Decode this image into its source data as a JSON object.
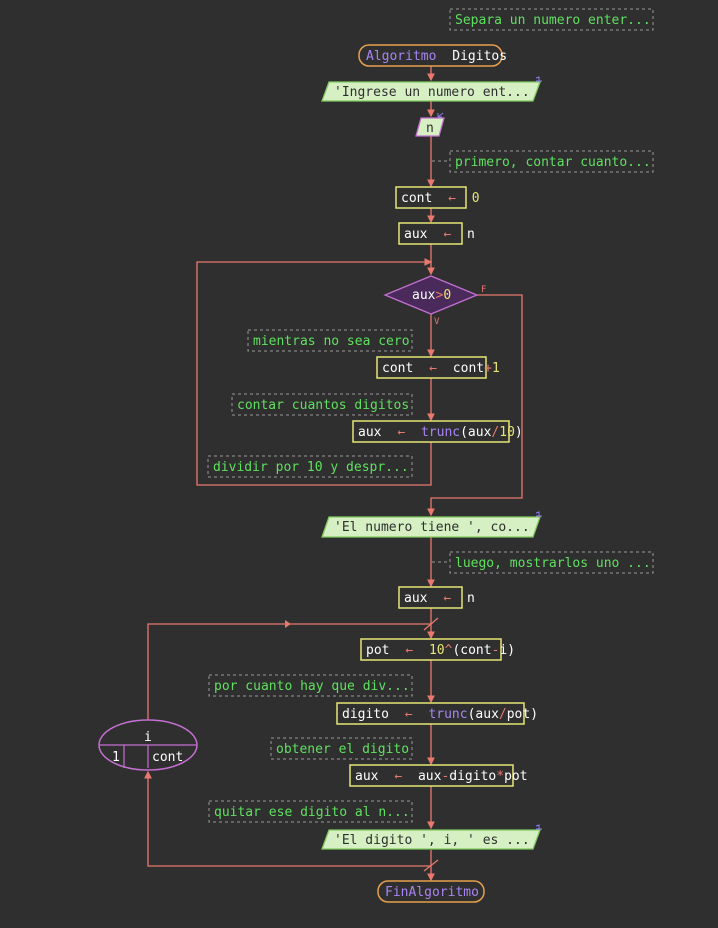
{
  "colors": {
    "background": "#2f2f2f",
    "flow_line": "#e8796f",
    "process_border": "#e6e676",
    "process_text": "#ffffff",
    "io_fill": "#d6f0c4",
    "io_border": "#7fc95f",
    "io_text": "#2e2e2e",
    "comment_text": "#5fe05f",
    "comment_border": "#9a9a9a",
    "keyword": "#a884f3",
    "function": "#a884f3",
    "operator": "#e8796f",
    "number": "#e6e676",
    "terminal_border": "#e6a14f",
    "decision_fill": "#4a2a5a",
    "decision_border": "#c46fd1",
    "loop_border": "#c46fd1",
    "io_marker": "#8e7cf0"
  },
  "comments": {
    "c1": "Separa un numero enter...",
    "c2": "primero, contar cuanto...",
    "c3": "mientras no sea cero",
    "c4": "contar cuantos digitos",
    "c5": "dividir por 10 y despr...",
    "c6": "luego, mostrarlos uno ...",
    "c7": "por cuanto hay que div...",
    "c8": "obtener el digito",
    "c9": "quitar ese digito al n..."
  },
  "start": {
    "keyword": "Algoritmo",
    "name": "Digitos"
  },
  "end": {
    "keyword": "FinAlgoritmo"
  },
  "outputs": {
    "o1": "'Ingrese un numero ent...",
    "o2": "'El numero tiene ', co...",
    "o3": "'El digito ', i, ' es ..."
  },
  "input": {
    "var": "n"
  },
  "assign_arrow": "←",
  "assignments": {
    "a1": {
      "lhs": "cont",
      "rhs_num": "0"
    },
    "a2": {
      "lhs": "aux",
      "rhs_var": "n"
    },
    "a3": {
      "lhs": "cont",
      "rhs_var": "cont",
      "op": "+",
      "num": "1"
    },
    "a4": {
      "lhs": "aux",
      "fn": "trunc",
      "arg": "(aux",
      "op": "/",
      "num": "10",
      "close": ")"
    },
    "a5": {
      "lhs": "aux",
      "rhs_var": "n"
    },
    "a6": {
      "lhs": "pot",
      "num": "10",
      "op": "^",
      "arg": "(cont",
      "op2": "-",
      "arg2": "i)"
    },
    "a7": {
      "lhs": "digito",
      "fn": "trunc",
      "arg": "(aux",
      "op": "/",
      "arg2": "pot)"
    },
    "a8": {
      "lhs": "aux",
      "arg": "aux",
      "op": "-",
      "arg2": "digito",
      "op2": "*",
      "arg3": "pot"
    }
  },
  "decision": {
    "var": "aux",
    "op": ">",
    "num": "0",
    "true_label": "V",
    "false_label": "F"
  },
  "for_loop": {
    "var": "i",
    "start": "1",
    "end": "cont"
  }
}
